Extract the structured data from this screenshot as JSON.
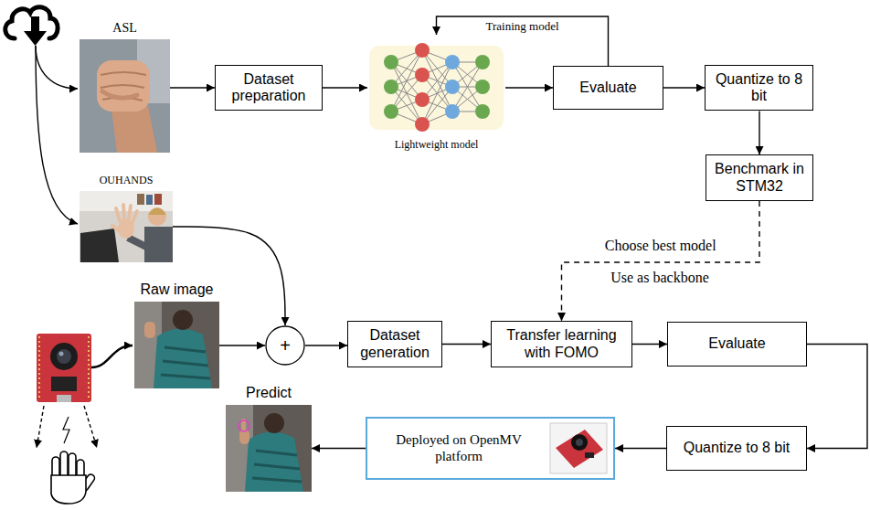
{
  "diagram": {
    "nodes": [
      {
        "text": [
          "ASL"
        ]
      },
      {
        "text": [
          "Dataset preparation"
        ]
      },
      {
        "text": [
          "Lightweight model"
        ]
      },
      {
        "text": [
          "Evaluate"
        ]
      },
      {
        "text": [
          "Quantize to 8 bit"
        ]
      },
      {
        "text": [
          "Benchmark in STM32"
        ]
      },
      {
        "text": [
          "OUHANDS"
        ]
      },
      {
        "text": [
          "Raw image"
        ]
      },
      {
        "text": [
          "+"
        ]
      },
      {
        "text": [
          "Dataset generation"
        ]
      },
      {
        "text": [
          "Transfer learning with FOMO"
        ]
      },
      {
        "text": [
          "Evaluate"
        ]
      },
      {
        "text": [
          "Quantize to 8 bit"
        ]
      },
      {
        "text": [
          "Deployed on OpenMV platform"
        ]
      },
      {
        "text": [
          "Predict"
        ]
      }
    ],
    "edges": [
      {
        "from": 0,
        "to": 1,
        "arrow": "to"
      },
      {
        "from": 1,
        "to": 2,
        "arrow": "to"
      },
      {
        "from": 2,
        "to": 3,
        "arrow": "to"
      },
      {
        "from": 3,
        "to": 2,
        "label": "Training model",
        "arrow": "to"
      },
      {
        "from": 3,
        "to": 4,
        "arrow": "to"
      },
      {
        "from": 4,
        "to": 5,
        "arrow": "to"
      },
      {
        "from": 5,
        "to": 10,
        "label": "Choose best model",
        "arrow": "to"
      },
      {
        "from": 6,
        "to": 8,
        "arrow": "to"
      },
      {
        "from": 7,
        "to": 8,
        "arrow": "to"
      },
      {
        "from": 8,
        "to": 9,
        "arrow": "to"
      },
      {
        "from": 9,
        "to": 10,
        "arrow": "to"
      },
      {
        "from": 10,
        "to": 11,
        "arrow": "to"
      },
      {
        "from": 11,
        "to": 12,
        "arrow": "to"
      },
      {
        "from": 12,
        "to": 13,
        "arrow": "to"
      },
      {
        "from": 13,
        "to": 14,
        "arrow": "to"
      }
    ],
    "labels": [
      "Use as backbone"
    ]
  }
}
